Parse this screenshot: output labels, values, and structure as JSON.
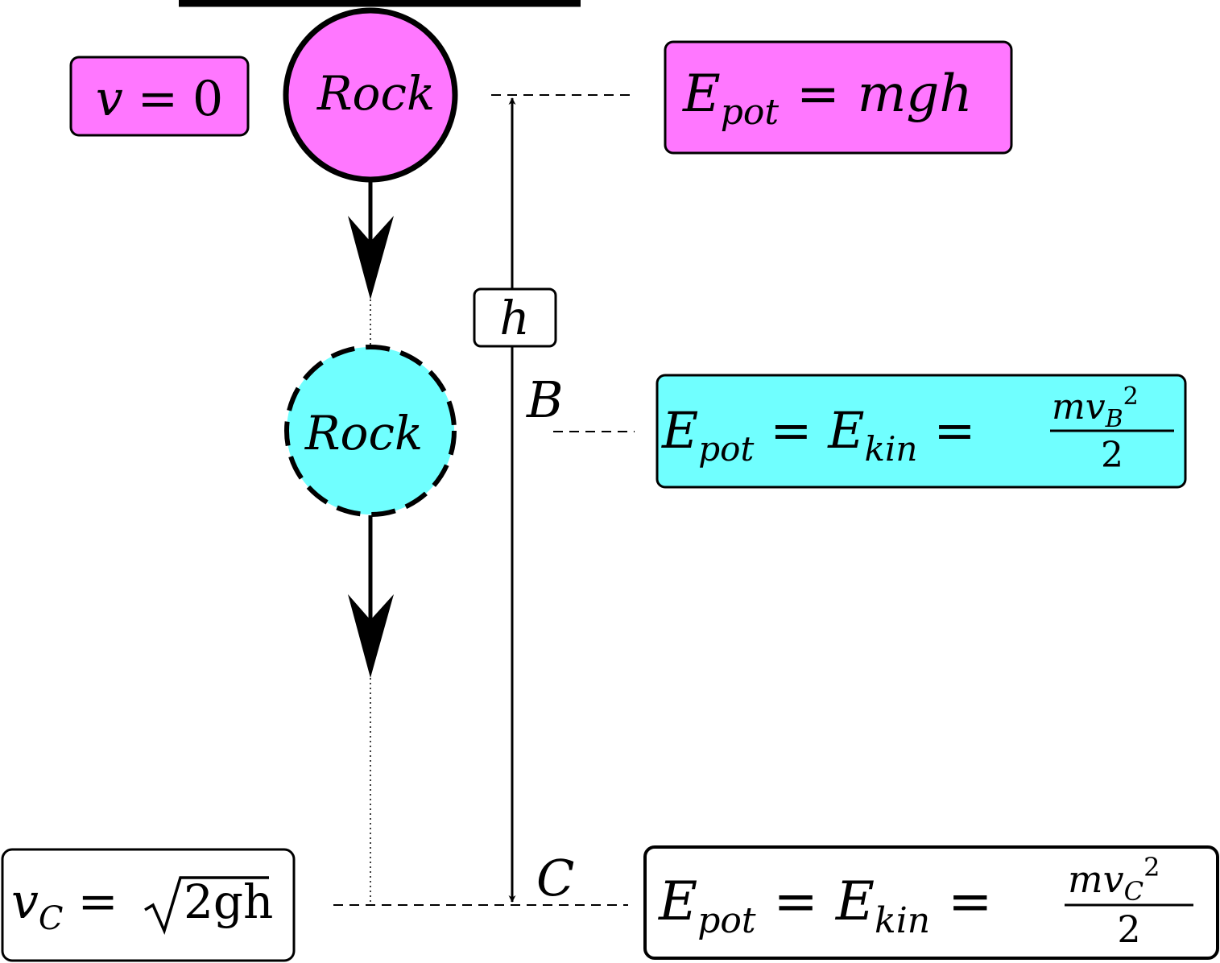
{
  "colors": {
    "start": "#ff77ff",
    "middle": "#70ffff",
    "end": "#ffffff",
    "ink": "#000000"
  },
  "rock_top": {
    "label": "Rock"
  },
  "rock_middle": {
    "label": "Rock"
  },
  "velocity_top": {
    "var": "v",
    "eq": "=",
    "val": "0"
  },
  "energy_top": {
    "E": "E",
    "sub": "pot",
    "eq": "=",
    "rhs": "mgh"
  },
  "height_label": "h",
  "point_b": "B",
  "point_c": "C",
  "energy_b": {
    "E1": "E",
    "sub1": "pot",
    "eq1": "=",
    "E2": "E",
    "sub2": "kin",
    "eq2": "=",
    "num_mv": "mv",
    "num_sub": "B",
    "num_exp": "2",
    "den": "2"
  },
  "energy_c": {
    "E1": "E",
    "sub1": "pot",
    "eq1": "=",
    "E2": "E",
    "sub2": "kin",
    "eq2": "=",
    "num_mv": "mv",
    "num_sub": "C",
    "num_exp": "2",
    "den": "2"
  },
  "velocity_c": {
    "var": "v",
    "sub": "C",
    "eq": "=",
    "radicand": "2gh"
  }
}
